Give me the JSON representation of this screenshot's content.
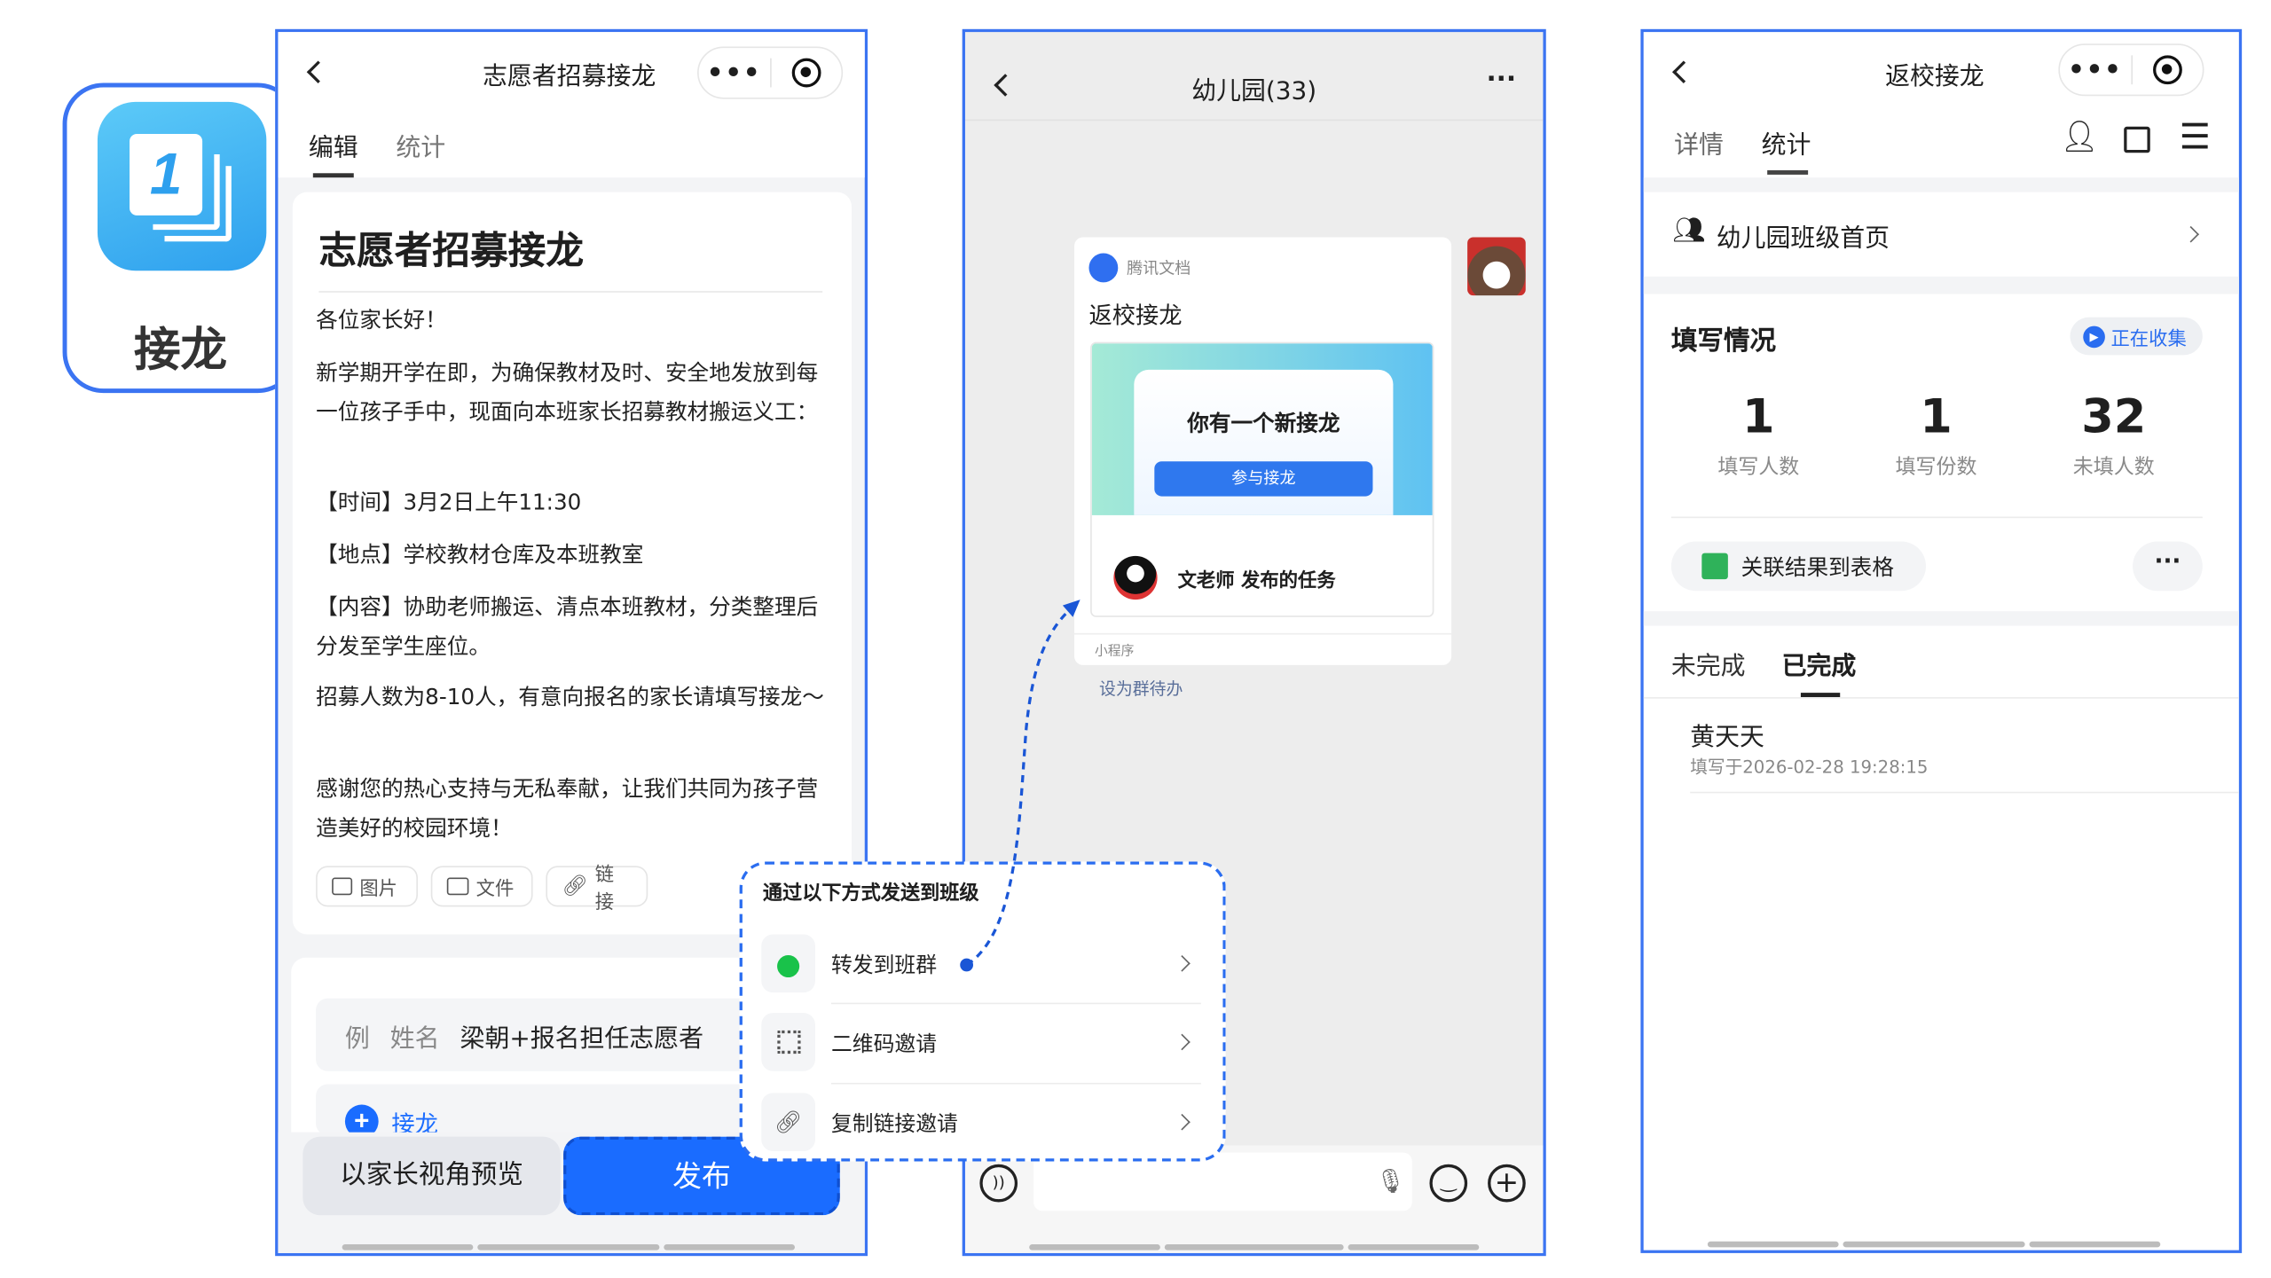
{
  "app_tile": {
    "label": "接龙",
    "icon": "relay-app-icon",
    "digit": "1",
    "color": "#3aaaf0"
  },
  "editor": {
    "title": "志愿者招募接龙",
    "tabs": [
      {
        "label": "编辑",
        "active": true
      },
      {
        "label": "统计",
        "active": false
      }
    ],
    "doc_title": "志愿者招募接龙",
    "paragraphs": [
      "各位家长好！",
      "新学期开学在即，为确保教材及时、安全地发放到每一位孩子手中，现面向本班家长招募教材搬运义工：",
      "【时间】3月2日上午11:30",
      "【地点】学校教材仓库及本班教室",
      "【内容】协助老师搬运、清点本班教材，分类整理后分发至学生座位。",
      "招募人数为8-10人，有意向报名的家长请填写接龙～",
      "感谢您的热心支持与无私奉献，让我们共同为孩子营造美好的校园环境！"
    ],
    "attach": [
      {
        "label": "图片",
        "icon": "image-icon"
      },
      {
        "label": "文件",
        "icon": "folder-icon"
      },
      {
        "label": "链接",
        "icon": "link-icon"
      }
    ],
    "example_prefix": "例",
    "example_field": "姓名",
    "example_value": "梁朝+报名担任志愿者",
    "add_label": "接龙",
    "preview_button": "以家长视角预览",
    "publish_button": "发布",
    "accent": "#1a6cff"
  },
  "chat": {
    "title": "幼儿园(33)",
    "card": {
      "source": "腾讯文档",
      "title": "返校接龙",
      "banner_text": "你有一个新接龙",
      "banner_button": "参与接龙",
      "publisher": "文老师 发布的任务",
      "footer": "小程序"
    },
    "todo_link": "设为群待办"
  },
  "share_popup": {
    "title": "通过以下方式发送到班级",
    "options": [
      {
        "label": "转发到班群",
        "icon": "wechat-icon"
      },
      {
        "label": "二维码邀请",
        "icon": "qrcode-icon"
      },
      {
        "label": "复制链接邀请",
        "icon": "link-icon"
      }
    ]
  },
  "stats": {
    "title": "返校接龙",
    "tabs": [
      {
        "label": "详情",
        "active": false
      },
      {
        "label": "统计",
        "active": true
      }
    ],
    "class_home": "幼儿园班级首页",
    "section_title": "填写情况",
    "status_badge": "正在收集",
    "numbers": [
      {
        "value": "1",
        "label": "填写人数"
      },
      {
        "value": "1",
        "label": "填写份数"
      },
      {
        "value": "32",
        "label": "未填人数"
      }
    ],
    "link_sheet_button": "关联结果到表格",
    "list_tabs": [
      {
        "label": "未完成",
        "active": false
      },
      {
        "label": "已完成",
        "active": true
      }
    ],
    "entries": [
      {
        "name": "黄天天",
        "time": "填写于2026-02-28 19:28:15"
      }
    ]
  }
}
